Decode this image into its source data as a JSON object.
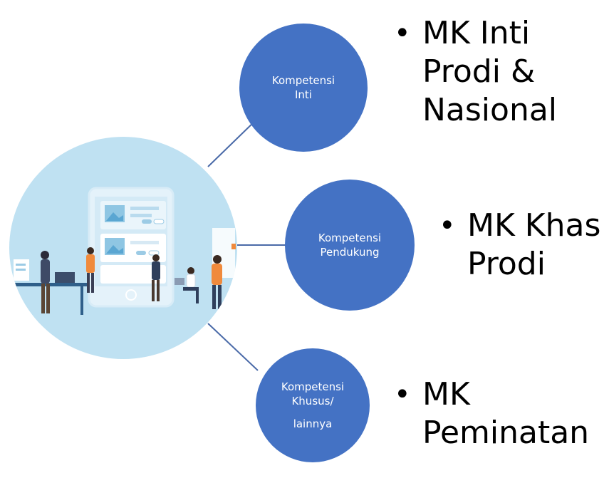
{
  "colors": {
    "node_fill": "#4472c4",
    "hub_fill": "#bfe1f2",
    "connector": "#4a6aa8",
    "text": "#000000"
  },
  "hub": {
    "icon": "team-working-on-app-illustration"
  },
  "nodes": [
    {
      "lines": [
        "Kompetensi",
        "Inti"
      ]
    },
    {
      "lines": [
        "Kompetensi",
        "Pendukung"
      ]
    },
    {
      "lines": [
        "Kompetensi",
        "Khusus/",
        "lainnya"
      ]
    }
  ],
  "bullets": [
    {
      "marker": "•",
      "lines": [
        "MK Inti",
        "Prodi &",
        "Nasional"
      ]
    },
    {
      "marker": "•",
      "lines": [
        "MK Khas",
        "Prodi"
      ]
    },
    {
      "marker": "•",
      "lines": [
        "MK",
        "Peminatan"
      ]
    }
  ]
}
